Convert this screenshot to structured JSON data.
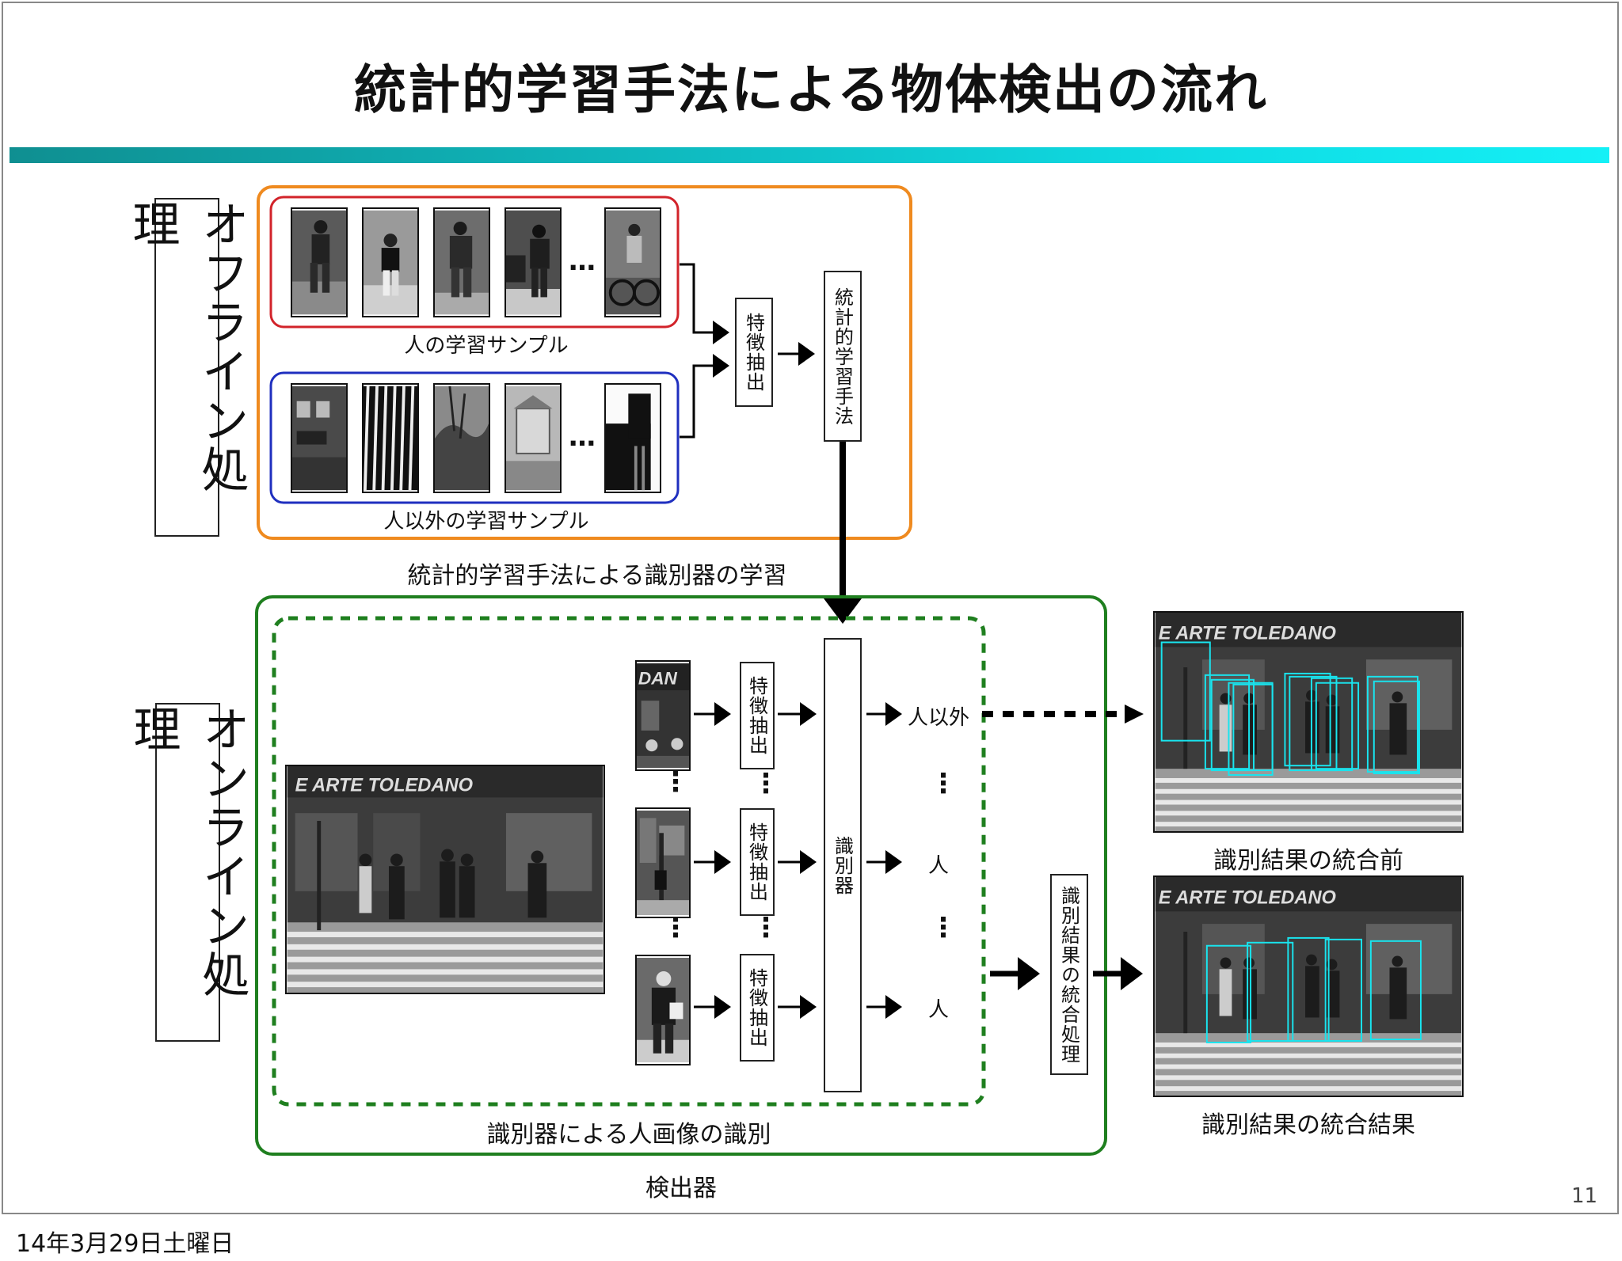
{
  "slide": {
    "title": "統計的学習手法による物体検出の流れ",
    "page_number": "11",
    "footer_date": "14年3月29日土曜日"
  },
  "offline": {
    "label": "オフライン処理",
    "person_samples_caption": "人の学習サンプル",
    "nonperson_samples_caption": "人以外の学習サンプル",
    "feature_box": "特徴抽出",
    "learning_box": "統計的学習手法",
    "group_caption": "統計的学習手法による識別器の学習",
    "ellipsis": "…"
  },
  "online": {
    "label": "オンライン処理",
    "feature_box_1": "特徴抽出",
    "feature_box_2": "特徴抽出",
    "feature_box_3": "特徴抽出",
    "classifier_box": "識別器",
    "result_1": "人以外",
    "result_2": "人",
    "result_3": "人",
    "vdots": "⋮",
    "identification_caption": "識別器による人画像の識別",
    "detector_caption": "検出器",
    "integration_box": "識別結果の統合処理",
    "scene_sign": "E ARTE TOLEDANO"
  },
  "outputs": {
    "before_caption": "識別結果の統合前",
    "after_caption": "識別結果の統合結果"
  },
  "colors": {
    "title_bar_start": "#0f8f91",
    "title_bar_end": "#14f0f6",
    "offline_group": "#ef8a1f",
    "person_box": "#d2232a",
    "nonperson_box": "#1f2fbf",
    "online_group": "#1f7f1f",
    "detection_box": "#19e4ee"
  },
  "icons": [
    "arrow-right-icon",
    "arrow-down-icon",
    "dashed-arrow-icon"
  ]
}
